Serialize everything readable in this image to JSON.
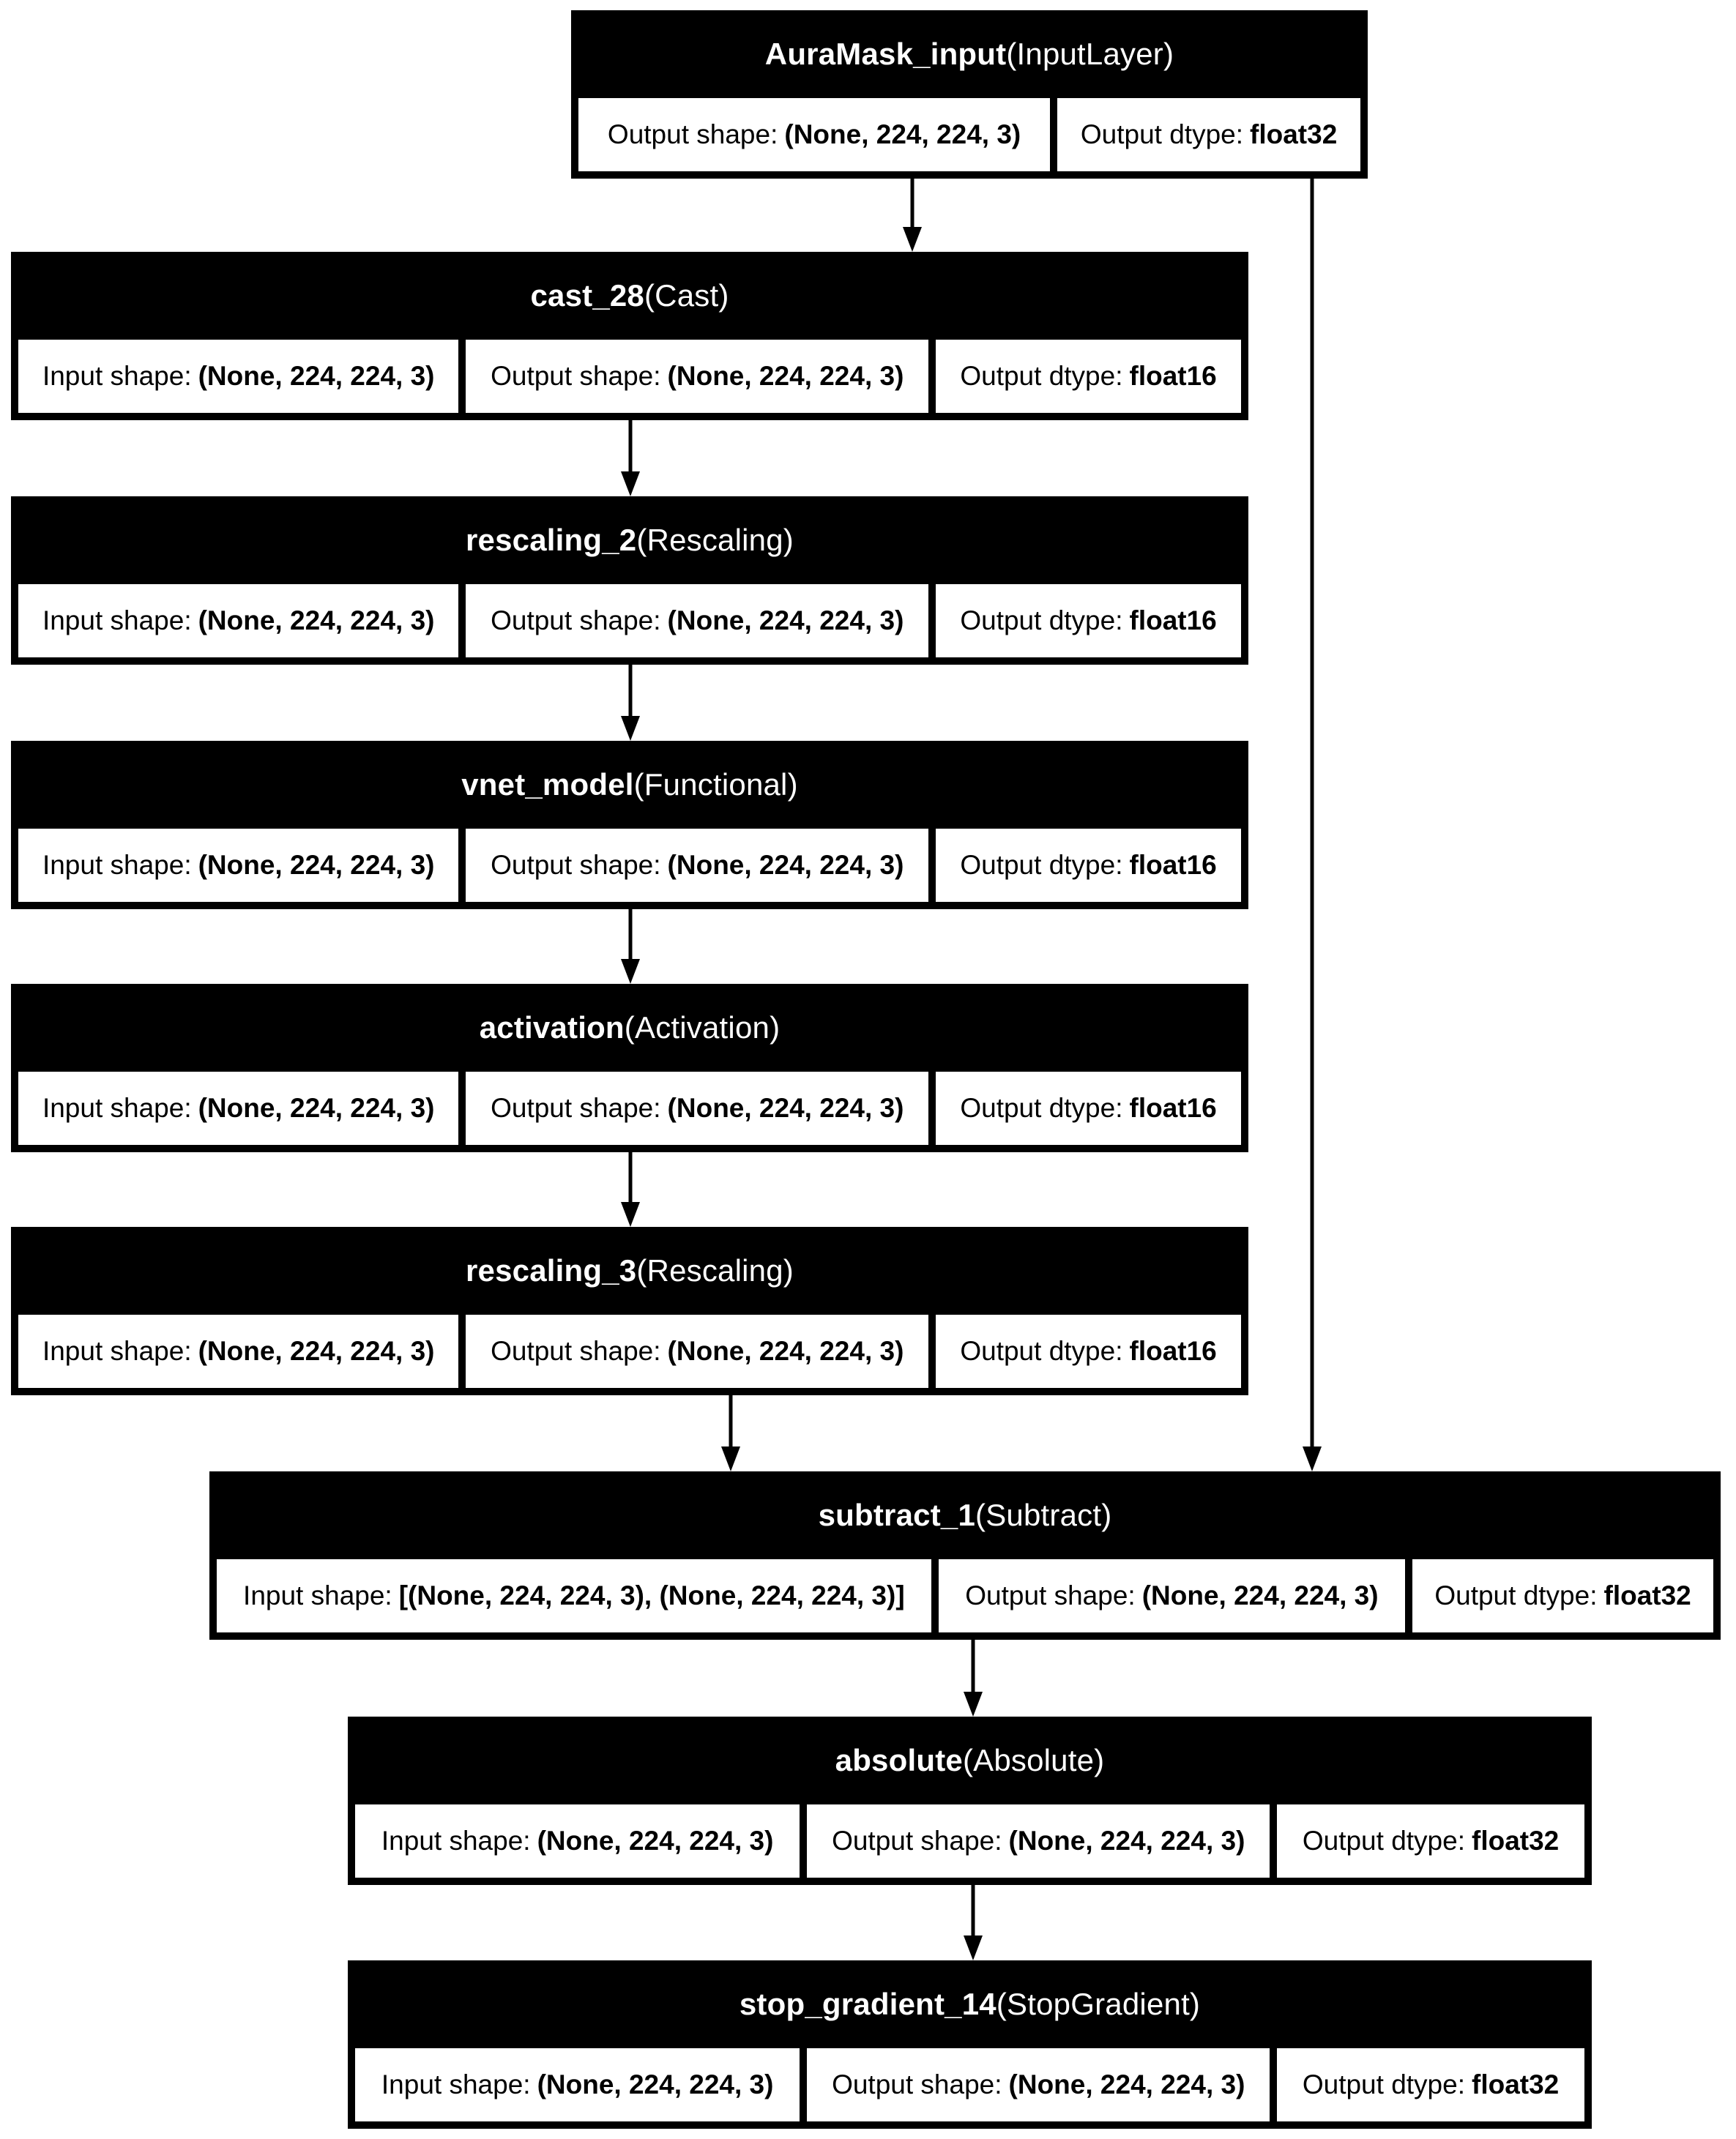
{
  "diagram": {
    "kind": "keras-model-plot",
    "colors": {
      "background": "#ffffff",
      "node_bg": "#000000",
      "node_fg": "#ffffff",
      "cell_bg": "#ffffff",
      "cell_fg": "#000000",
      "edge": "#000000"
    },
    "nodes": [
      {
        "name": "AuraMask_input",
        "type": "(InputLayer)",
        "cells": [
          {
            "label": "Output shape:",
            "value": "(None, 224, 224, 3)"
          },
          {
            "label": "Output dtype:",
            "value": "float32"
          }
        ]
      },
      {
        "name": "cast_28",
        "type": "(Cast)",
        "cells": [
          {
            "label": "Input shape:",
            "value": "(None, 224, 224, 3)"
          },
          {
            "label": "Output shape:",
            "value": "(None, 224, 224, 3)"
          },
          {
            "label": "Output dtype:",
            "value": "float16"
          }
        ]
      },
      {
        "name": "rescaling_2",
        "type": "(Rescaling)",
        "cells": [
          {
            "label": "Input shape:",
            "value": "(None, 224, 224, 3)"
          },
          {
            "label": "Output shape:",
            "value": "(None, 224, 224, 3)"
          },
          {
            "label": "Output dtype:",
            "value": "float16"
          }
        ]
      },
      {
        "name": "vnet_model",
        "type": "(Functional)",
        "cells": [
          {
            "label": "Input shape:",
            "value": "(None, 224, 224, 3)"
          },
          {
            "label": "Output shape:",
            "value": "(None, 224, 224, 3)"
          },
          {
            "label": "Output dtype:",
            "value": "float16"
          }
        ]
      },
      {
        "name": "activation",
        "type": "(Activation)",
        "cells": [
          {
            "label": "Input shape:",
            "value": "(None, 224, 224, 3)"
          },
          {
            "label": "Output shape:",
            "value": "(None, 224, 224, 3)"
          },
          {
            "label": "Output dtype:",
            "value": "float16"
          }
        ]
      },
      {
        "name": "rescaling_3",
        "type": "(Rescaling)",
        "cells": [
          {
            "label": "Input shape:",
            "value": "(None, 224, 224, 3)"
          },
          {
            "label": "Output shape:",
            "value": "(None, 224, 224, 3)"
          },
          {
            "label": "Output dtype:",
            "value": "float16"
          }
        ]
      },
      {
        "name": "subtract_1",
        "type": "(Subtract)",
        "cells": [
          {
            "label": "Input shape:",
            "value": "[(None, 224, 224, 3), (None, 224, 224, 3)]"
          },
          {
            "label": "Output shape:",
            "value": "(None, 224, 224, 3)"
          },
          {
            "label": "Output dtype:",
            "value": "float32"
          }
        ]
      },
      {
        "name": "absolute",
        "type": "(Absolute)",
        "cells": [
          {
            "label": "Input shape:",
            "value": "(None, 224, 224, 3)"
          },
          {
            "label": "Output shape:",
            "value": "(None, 224, 224, 3)"
          },
          {
            "label": "Output dtype:",
            "value": "float32"
          }
        ]
      },
      {
        "name": "stop_gradient_14",
        "type": "(StopGradient)",
        "cells": [
          {
            "label": "Input shape:",
            "value": "(None, 224, 224, 3)"
          },
          {
            "label": "Output shape:",
            "value": "(None, 224, 224, 3)"
          },
          {
            "label": "Output dtype:",
            "value": "float32"
          }
        ]
      }
    ]
  }
}
